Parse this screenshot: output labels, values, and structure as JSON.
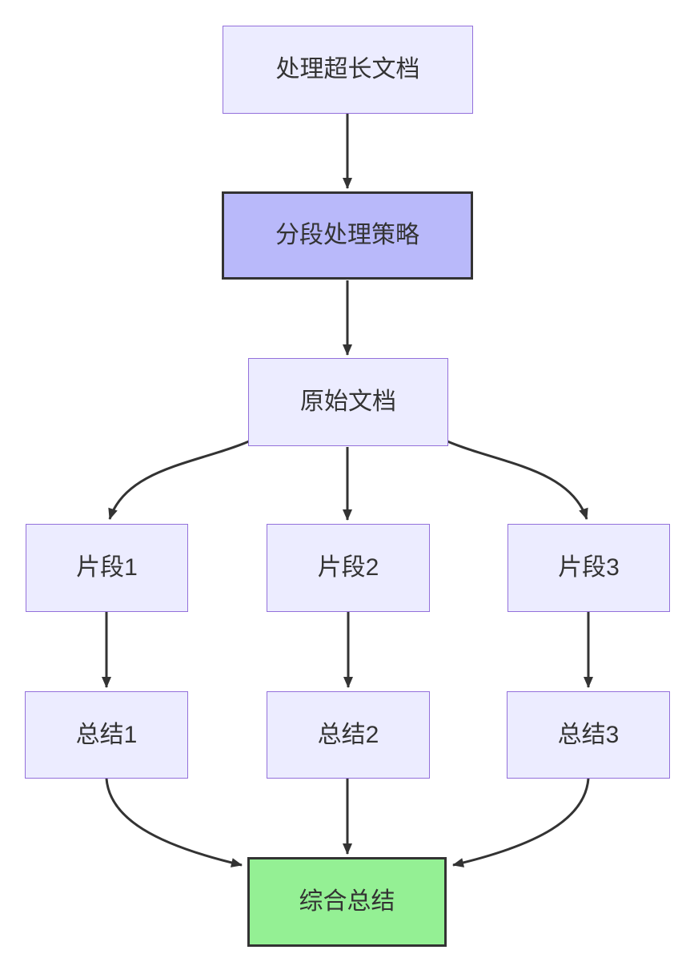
{
  "diagram": {
    "type": "flowchart-top-down",
    "nodes": [
      {
        "id": "A",
        "label": "处理超长文档",
        "style": "default"
      },
      {
        "id": "B",
        "label": "分段处理策略",
        "style": "emphasis"
      },
      {
        "id": "C",
        "label": "原始文档",
        "style": "default"
      },
      {
        "id": "D1",
        "label": "片段1",
        "style": "default"
      },
      {
        "id": "D2",
        "label": "片段2",
        "style": "default"
      },
      {
        "id": "D3",
        "label": "片段3",
        "style": "default"
      },
      {
        "id": "E1",
        "label": "总结1",
        "style": "default"
      },
      {
        "id": "E2",
        "label": "总结2",
        "style": "default"
      },
      {
        "id": "E3",
        "label": "总结3",
        "style": "default"
      },
      {
        "id": "F",
        "label": "综合总结",
        "style": "result"
      }
    ],
    "edges": [
      {
        "from": "A",
        "to": "B"
      },
      {
        "from": "B",
        "to": "C"
      },
      {
        "from": "C",
        "to": "D1"
      },
      {
        "from": "C",
        "to": "D2"
      },
      {
        "from": "C",
        "to": "D3"
      },
      {
        "from": "D1",
        "to": "E1"
      },
      {
        "from": "D2",
        "to": "E2"
      },
      {
        "from": "D3",
        "to": "E3"
      },
      {
        "from": "E1",
        "to": "F"
      },
      {
        "from": "E2",
        "to": "F"
      },
      {
        "from": "E3",
        "to": "F"
      }
    ],
    "colors": {
      "default_fill": "#ECECFF",
      "default_border": "#9370DB",
      "emphasis_fill": "#b9b9fa",
      "result_fill": "#94f094",
      "dark_border": "#333333",
      "edge": "#333333",
      "text": "#333333",
      "background": "#ffffff"
    }
  }
}
